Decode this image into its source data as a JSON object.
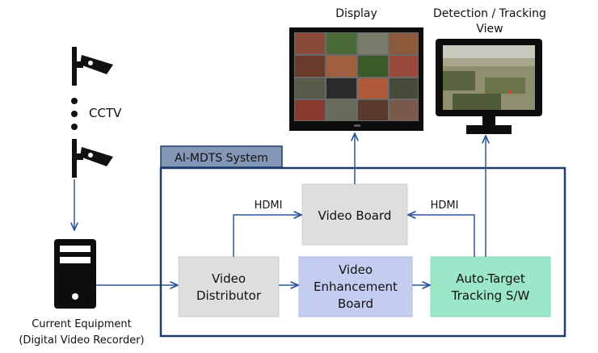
{
  "labels": {
    "display": "Display",
    "detection_view_line1": "Detection / Tracking",
    "detection_view_line2": "View",
    "cctv": "CCTV",
    "system_title": "AI-MDTS System",
    "hdmi_left": "HDMI",
    "hdmi_right": "HDMI",
    "video_board": "Video Board",
    "video_distributor_line1": "Video",
    "video_distributor_line2": "Distributor",
    "video_enhancement_line1": "Video",
    "video_enhancement_line2": "Enhancement",
    "video_enhancement_line3": "Board",
    "auto_target_line1": "Auto-Target",
    "auto_target_line2": "Tracking S/W",
    "current_equipment_line1": "Current Equipment",
    "current_equipment_line2": "(Digital Video Recorder)"
  },
  "colors": {
    "system_border": "#1f3e6e",
    "system_title_bg": "#8597b7",
    "arrow": "#2e5597",
    "grey_box": "#dedede",
    "enhancement_box": "#c3cdf0",
    "tracking_box": "#9de7c9",
    "monitor": "#0d0d0d"
  },
  "icons": {
    "camera": "cctv-camera-icon",
    "server": "server-tower-icon",
    "monitor": "monitor-icon"
  }
}
